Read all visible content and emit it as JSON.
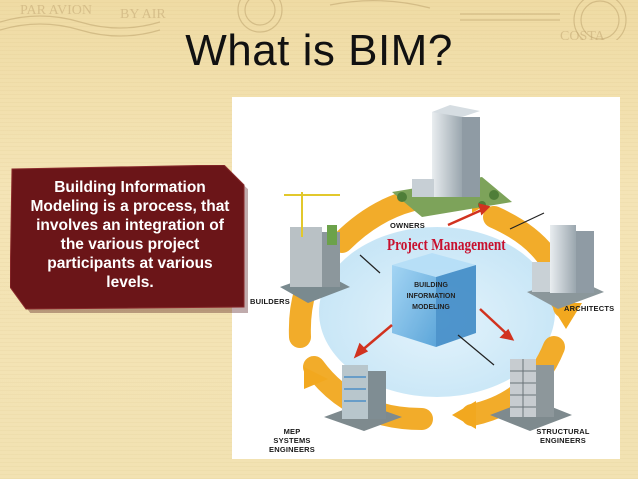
{
  "slide": {
    "title": "What is BIM?",
    "callout_text": "Building Information Modeling is a process, that involves an integration of the various project participants at various levels."
  },
  "diagram": {
    "center_label": "BUILDING INFORMATION MODELING",
    "banner": "Project Management",
    "participants": {
      "owners": "OWNERS",
      "builders": "BUILDERS",
      "architects": "ARCHITECTS",
      "mep": "MEP SYSTEMS ENGINEERS",
      "structural": "STRUCTURAL ENGINEERS"
    }
  },
  "colors": {
    "background": "#f3e3b0",
    "callout_fill": "#6b1518",
    "arrow_orange": "#f2a81f",
    "banner_red": "#c8102e",
    "cube_blue": "#7fc3ee"
  },
  "icons": [
    "postmark-stamp-icon"
  ]
}
